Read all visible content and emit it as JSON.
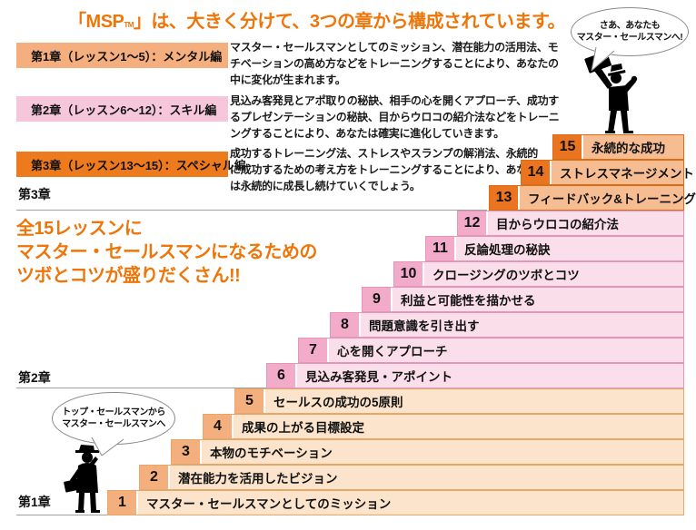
{
  "title": {
    "pre": "「MSP",
    "tm": "TM",
    "post": "」は、大きく分けて、3つの章から構成されています。"
  },
  "chapters": [
    {
      "marker": "第1章",
      "label": "第1章（レッスン1～5）：メンタル編",
      "desc": "マスター・セールスマンとしてのミッション、潜在能力の活用法、モチベーションの高め方などをトレーニングすることにより、あなたの中に変化が生まれます。"
    },
    {
      "marker": "第2章",
      "label": "第2章（レッスン6～12）：スキル編",
      "desc": "見込み客発見とアポ取りの秘訣、相手の心を開くアプローチ、成功するプレゼンテーションの秘訣、目からウロコの紹介法などをトレーニングすることにより、あなたは確実に進化していきます。"
    },
    {
      "marker": "第3章",
      "label": "第3章（レッスン13～15）：スペシャル編",
      "desc": "成功するトレーニング法、ストレスやスランプの解消法、永続的に成功するための考え方をトレーニングすることにより、あなたは永続的に成長し続けていくでしょう。"
    }
  ],
  "promo": {
    "line1": "全15レッスンに",
    "line2": "マスター・セールスマンになるための",
    "line3": "ツボとコツが盛りだくさん!!"
  },
  "bubbles": {
    "top": {
      "line1": "さあ、あなたも",
      "line2": "マスター・セールスマンへ!"
    },
    "bottom": {
      "line1": "トップ・セールスマンから",
      "line2": "マスター・セールスマンへ"
    }
  },
  "steps": [
    {
      "num": "1",
      "label": "マスター・セールスマンとしてのミッション"
    },
    {
      "num": "2",
      "label": "潜在能力を活用したビジョン"
    },
    {
      "num": "3",
      "label": "本物のモチベーション"
    },
    {
      "num": "4",
      "label": "成果の上がる目標設定"
    },
    {
      "num": "5",
      "label": "セールスの成功の5原則"
    },
    {
      "num": "6",
      "label": "見込み客発見・アポイント"
    },
    {
      "num": "7",
      "label": "心を開くアプローチ"
    },
    {
      "num": "8",
      "label": "問題意識を引き出す"
    },
    {
      "num": "9",
      "label": "利益と可能性を描かせる"
    },
    {
      "num": "10",
      "label": "クロージングのツボとコツ"
    },
    {
      "num": "11",
      "label": "反論処理の秘訣"
    },
    {
      "num": "12",
      "label": "目からウロコの紹介法"
    },
    {
      "num": "13",
      "label": "フィードバック&トレーニング"
    },
    {
      "num": "14",
      "label": "ストレスマネージメント"
    },
    {
      "num": "15",
      "label": "永続的な成功"
    }
  ],
  "icons": {
    "top_man": "salesman-raising-briefcase-silhouette",
    "bottom_man": "salesman-standing-with-briefcase-silhouette"
  },
  "colors": {
    "accent_orange": "#ee7508",
    "chapter1_label_bg": "#f5ae7d",
    "chapter2_label_bg": "#f6c7da",
    "chapter3_label_bg": "#ee7a1e",
    "mental_row_bg": "#fbe4cb",
    "mental_num_bg": "#f3b07e",
    "skill_row_bg": "#fadee9",
    "skill_num_bg": "#f2abc8",
    "special_row_bg": "#f6bd92",
    "special_num_bg": "#eb7420"
  }
}
